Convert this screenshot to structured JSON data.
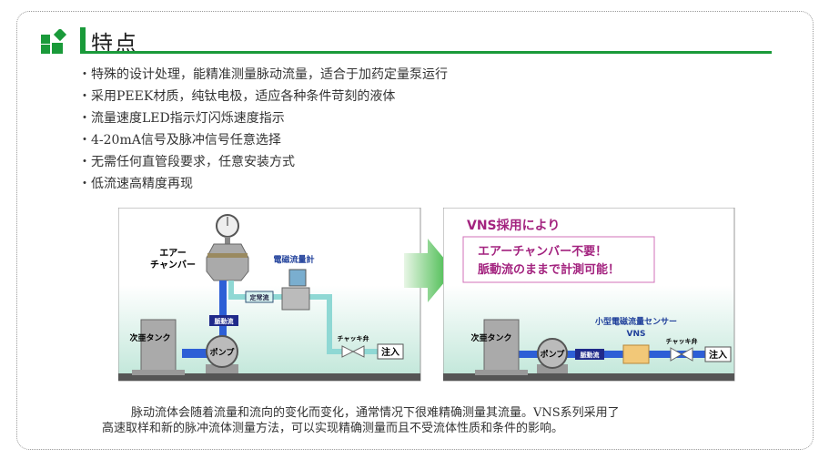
{
  "section": {
    "title": "特点",
    "accent": "#1a9a3a"
  },
  "features": [
    "特殊的设计处理，能精准测量脉动流量，适合于加药定量泵运行",
    "采用PEEK材质，纯钛电极，适应各种条件苛刻的液体",
    "流量速度LED指示灯闪烁速度指示",
    "4-20mA信号及脉冲信号任意选择",
    "无需任何直管段要求，任意安装方式",
    "低流速高精度再现"
  ],
  "left_diagram": {
    "air_chamber": [
      "エアー",
      "チャンバー"
    ],
    "flowmeter": "電磁流量計",
    "steady_flow": "定常流",
    "pulsating_flow": "脈動流",
    "tank": "次亜タンク",
    "pump": "ポンプ",
    "check_valve": "チャッキ弁",
    "injection": "注入"
  },
  "right_diagram": {
    "heading": "VNS採用により",
    "message": [
      "エアーチャンバー不要！",
      "脈動流のままで計測可能！"
    ],
    "sensor": [
      "小型電磁流量センサー",
      "VNS"
    ],
    "tank": "次亜タンク",
    "pump": "ポンプ",
    "pulsating_flow": "脈動流",
    "check_valve": "チャッキ弁",
    "injection": "注入"
  },
  "caption": [
    "脉动流体会随着流量和流向的变化而变化，通常情况下很难精确测量其流量。VNS系列采用了",
    "高速取样和新的脉冲流体测量方法，可以实现精确测量而且不受流体性质和条件的影响。"
  ]
}
